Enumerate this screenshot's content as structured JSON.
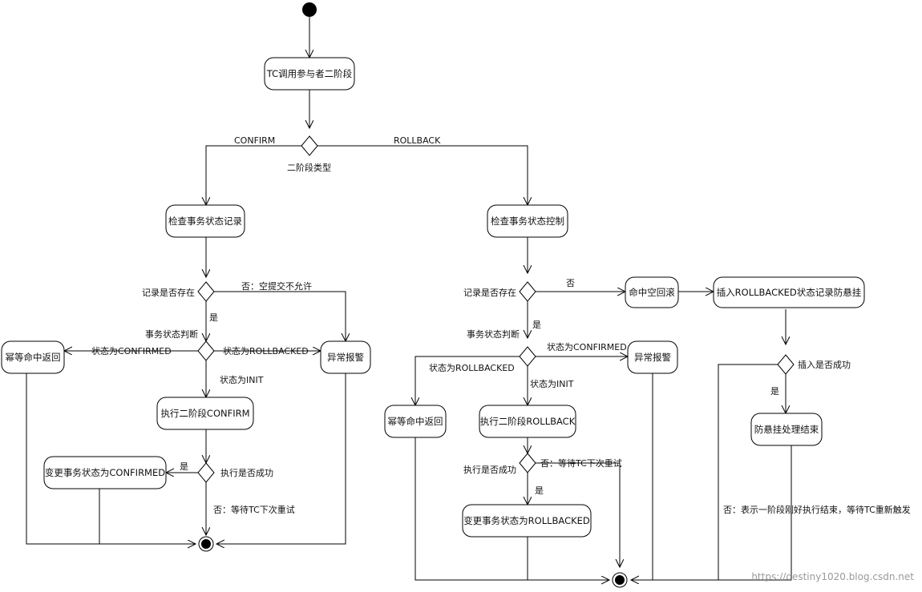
{
  "diagram": {
    "nodes": {
      "tc_call": "TC调用参与者二阶段",
      "check_record": "检查事务状态记录",
      "check_control": "检查事务状态控制",
      "idempotent_left": "幂等命中返回",
      "alarm_left": "异常报警",
      "exec_confirm": "执行二阶段CONFIRM",
      "change_confirmed": "变更事务状态为CONFIRMED",
      "empty_rollback": "命中空回滚",
      "insert_rollbacked": "插入ROLLBACKED状态记录防悬挂",
      "alarm_right": "异常报警",
      "idempotent_right": "幂等命中返回",
      "exec_rollback": "执行二阶段ROLLBACK",
      "anti_hang_end": "防悬挂处理结束",
      "change_rollbacked": "变更事务状态为ROLLBACKED"
    },
    "labels": {
      "confirm": "CONFIRM",
      "rollback": "ROLLBACK",
      "phase_type": "二阶段类型",
      "left_record_exists": "记录是否存在",
      "left_no_empty_submit": "否：空提交不允许",
      "left_yes": "是",
      "left_state_judge": "事务状态判断",
      "left_state_confirmed": "状态为CONFIRMED",
      "left_state_rollbacked": "状态为ROLLBACKED",
      "left_state_init": "状态为INIT",
      "left_yes_exec": "是",
      "left_exec_success": "执行是否成功",
      "left_no_wait_retry": "否：等待TC下次重试",
      "right_record_exists": "记录是否存在",
      "right_no": "否",
      "right_yes": "是",
      "right_state_judge": "事务状态判断",
      "right_state_confirmed": "状态为CONFIRMED",
      "right_state_rollbacked": "状态为ROLLBACKED",
      "right_state_init": "状态为INIT",
      "right_exec_success": "执行是否成功",
      "right_no_wait_retry": "否：等待TC下次重试",
      "right_yes_exec": "是",
      "insert_success": "插入是否成功",
      "insert_yes": "是",
      "insert_no_note": "否：表示一阶段刚好执行结束，等待TC重新触发"
    },
    "watermark": "https://destiny1020.blog.csdn.net"
  }
}
